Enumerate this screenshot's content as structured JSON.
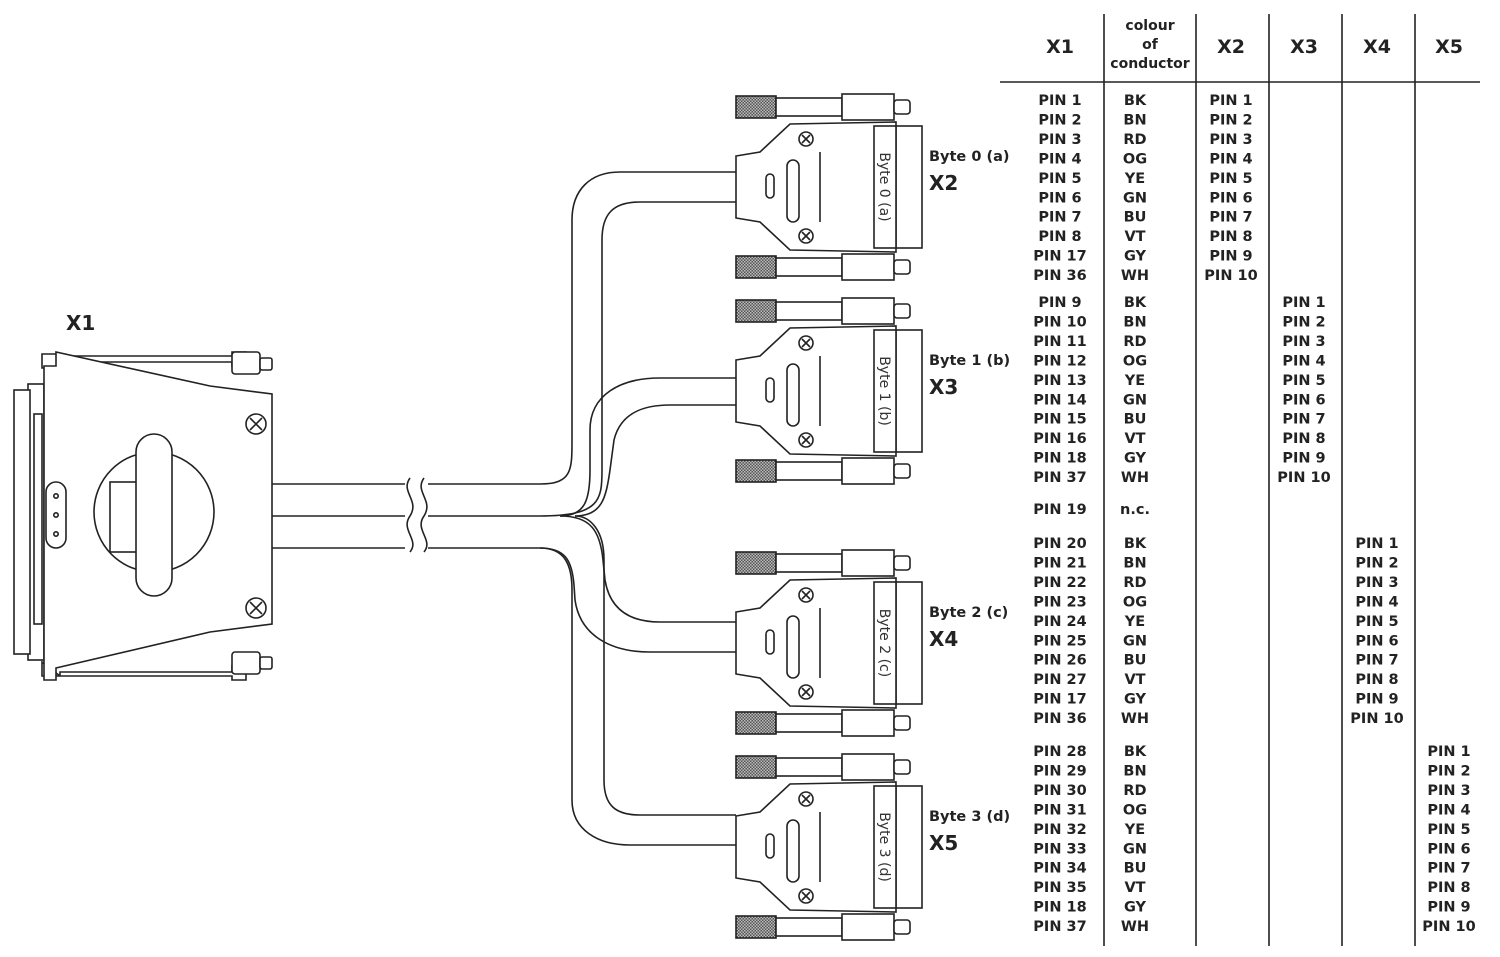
{
  "main_connector": {
    "label": "X1"
  },
  "connectors": [
    {
      "id": "x2",
      "name": "X2",
      "byte": "Byte 0 (a)"
    },
    {
      "id": "x3",
      "name": "X3",
      "byte": "Byte 1 (b)"
    },
    {
      "id": "x4",
      "name": "X4",
      "byte": "Byte 2 (c)"
    },
    {
      "id": "x5",
      "name": "X5",
      "byte": "Byte 3 (d)"
    }
  ],
  "table": {
    "headers": {
      "x1": "X1",
      "colour": [
        "colour",
        "of",
        "conductor"
      ],
      "x2": "X2",
      "x3": "X3",
      "x4": "X4",
      "x5": "X5"
    },
    "groups": [
      {
        "x1": [
          "PIN 1",
          "PIN 2",
          "PIN 3",
          "PIN 4",
          "PIN 5",
          "PIN 6",
          "PIN 7",
          "PIN 8",
          "PIN 17",
          "PIN 36"
        ],
        "colour": [
          "BK",
          "BN",
          "RD",
          "OG",
          "YE",
          "GN",
          "BU",
          "VT",
          "GY",
          "WH"
        ],
        "target_column": 2,
        "target": [
          "PIN 1",
          "PIN 2",
          "PIN 3",
          "PIN 4",
          "PIN 5",
          "PIN 6",
          "PIN 7",
          "PIN 8",
          "PIN 9",
          "PIN 10"
        ]
      },
      {
        "x1": [
          "PIN 9",
          "PIN 10",
          "PIN 11",
          "PIN 12",
          "PIN 13",
          "PIN 14",
          "PIN 15",
          "PIN 16",
          "PIN 18",
          "PIN 37"
        ],
        "colour": [
          "BK",
          "BN",
          "RD",
          "OG",
          "YE",
          "GN",
          "BU",
          "VT",
          "GY",
          "WH"
        ],
        "target_column": 3,
        "target": [
          "PIN 1",
          "PIN 2",
          "PIN 3",
          "PIN 4",
          "PIN 5",
          "PIN 6",
          "PIN 7",
          "PIN 8",
          "PIN 9",
          "PIN 10"
        ]
      },
      {
        "x1": [
          "PIN 19"
        ],
        "colour": [
          "n.c."
        ],
        "target_column": null,
        "target": []
      },
      {
        "x1": [
          "PIN 20",
          "PIN 21",
          "PIN 22",
          "PIN 23",
          "PIN 24",
          "PIN 25",
          "PIN 26",
          "PIN 27",
          "PIN 17",
          "PIN 36"
        ],
        "colour": [
          "BK",
          "BN",
          "RD",
          "OG",
          "YE",
          "GN",
          "BU",
          "VT",
          "GY",
          "WH"
        ],
        "target_column": 4,
        "target": [
          "PIN 1",
          "PIN 2",
          "PIN 3",
          "PIN 4",
          "PIN 5",
          "PIN 6",
          "PIN 7",
          "PIN 8",
          "PIN 9",
          "PIN 10"
        ]
      },
      {
        "x1": [
          "PIN 28",
          "PIN 29",
          "PIN 30",
          "PIN 31",
          "PIN 32",
          "PIN 33",
          "PIN 34",
          "PIN 35",
          "PIN 18",
          "PIN 37"
        ],
        "colour": [
          "BK",
          "BN",
          "RD",
          "OG",
          "YE",
          "GN",
          "BU",
          "VT",
          "GY",
          "WH"
        ],
        "target_column": 5,
        "target": [
          "PIN 1",
          "PIN 2",
          "PIN 3",
          "PIN 4",
          "PIN 5",
          "PIN 6",
          "PIN 7",
          "PIN 8",
          "PIN 9",
          "PIN 10"
        ]
      }
    ]
  }
}
